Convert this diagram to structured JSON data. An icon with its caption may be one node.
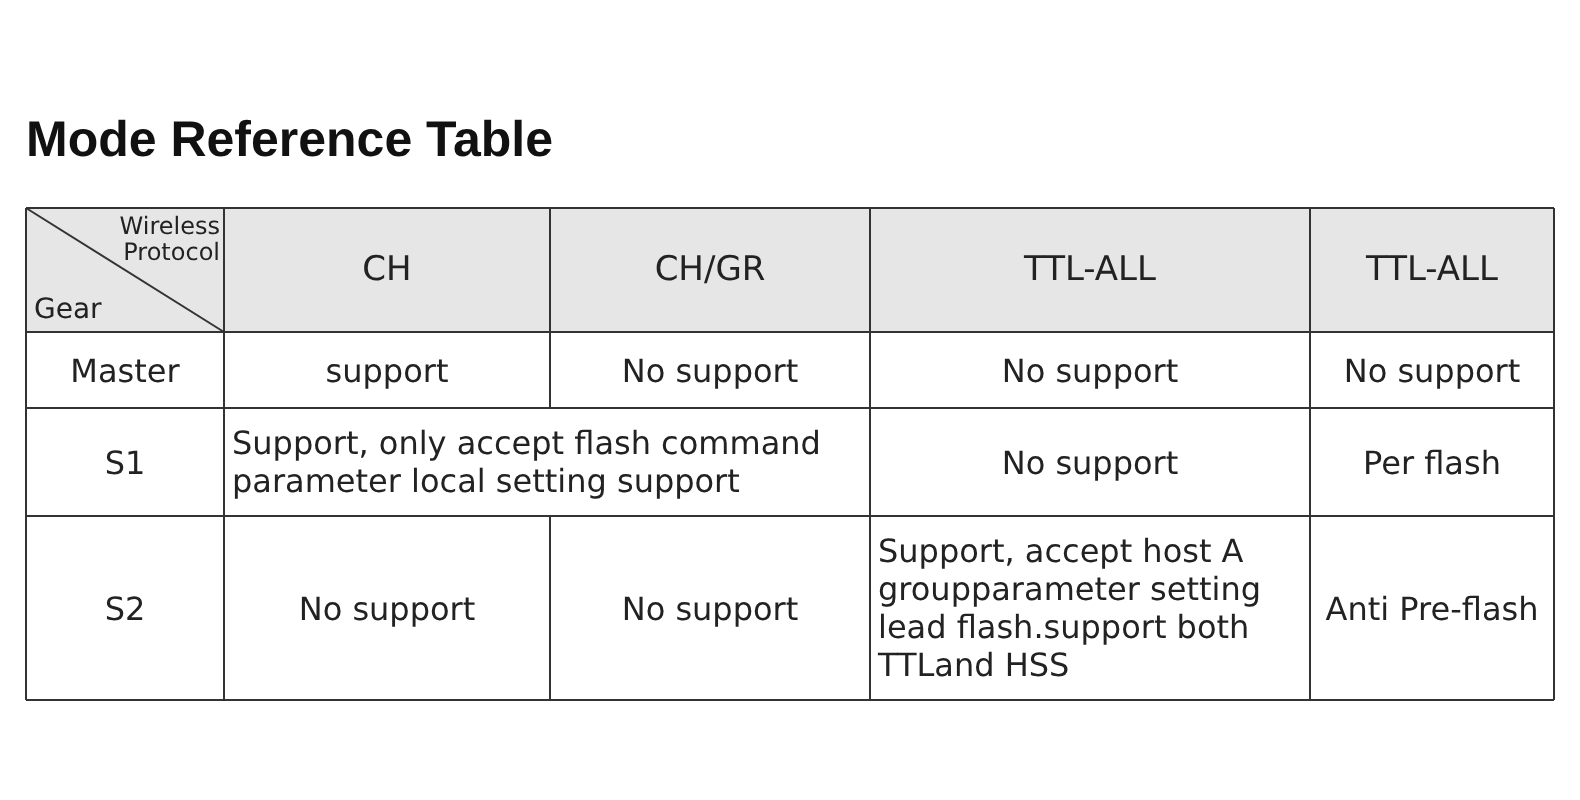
{
  "diagram": {
    "title": "Mode Reference Table",
    "labels": [
      "Wireless Protocol",
      "Gear",
      "CH",
      "CH/GR",
      "TTL-ALL",
      "TTL-ALL",
      "Master",
      "support",
      "No support",
      "No support",
      "No support",
      "S1",
      "Support, only accept flash command parameter local setting support",
      "No support",
      "Per flash",
      "S2",
      "No support",
      "No support",
      "Support, accept host A groupparameter setting lead flash.support both TTLand HSS",
      "Anti Pre-flash"
    ]
  }
}
